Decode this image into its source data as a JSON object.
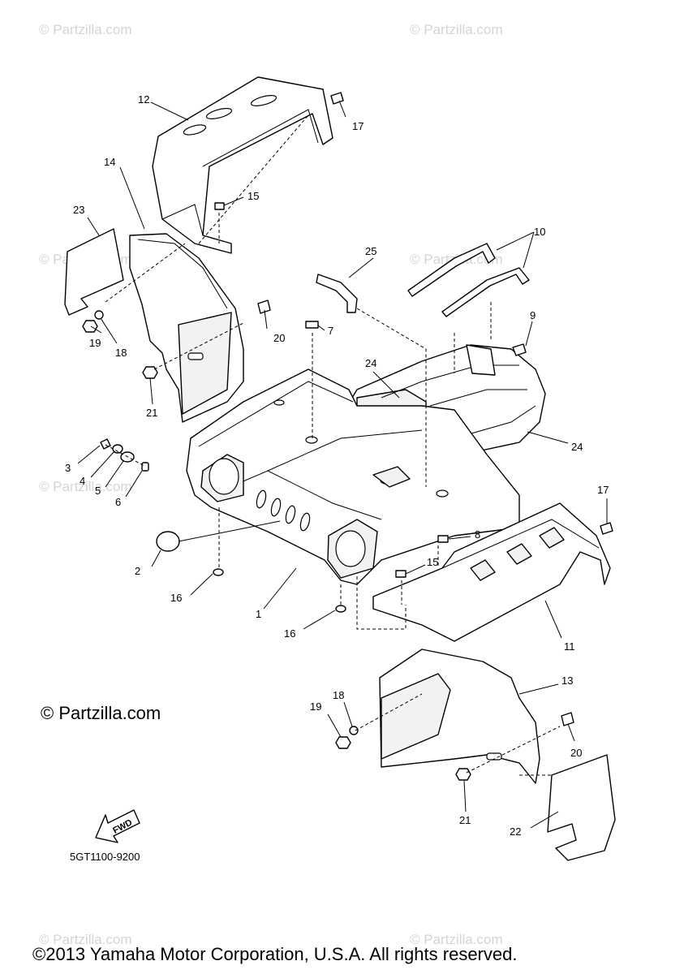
{
  "watermark_text": "© Partzilla.com",
  "brand_text": "© Partzilla.com",
  "diagram_code": "5GT1100-9200",
  "fwd_label": "FWD",
  "copyright": "©2013 Yamaha Motor Corporation, U.S.A. All rights reserved.",
  "callouts": {
    "p1": "1",
    "p2": "2",
    "p3": "3",
    "p4": "4",
    "p5": "5",
    "p6": "6",
    "p7": "7",
    "p8": "8",
    "p9": "9",
    "p10": "10",
    "p11": "11",
    "p12": "12",
    "p13": "13",
    "p14": "14",
    "p15a": "15",
    "p15b": "15",
    "p16a": "16",
    "p16b": "16",
    "p17a": "17",
    "p17b": "17",
    "p18a": "18",
    "p18b": "18",
    "p19a": "19",
    "p19b": "19",
    "p20a": "20",
    "p20b": "20",
    "p21a": "21",
    "p21b": "21",
    "p22": "22",
    "p23": "23",
    "p24a": "24",
    "p24b": "24",
    "p25": "25"
  }
}
